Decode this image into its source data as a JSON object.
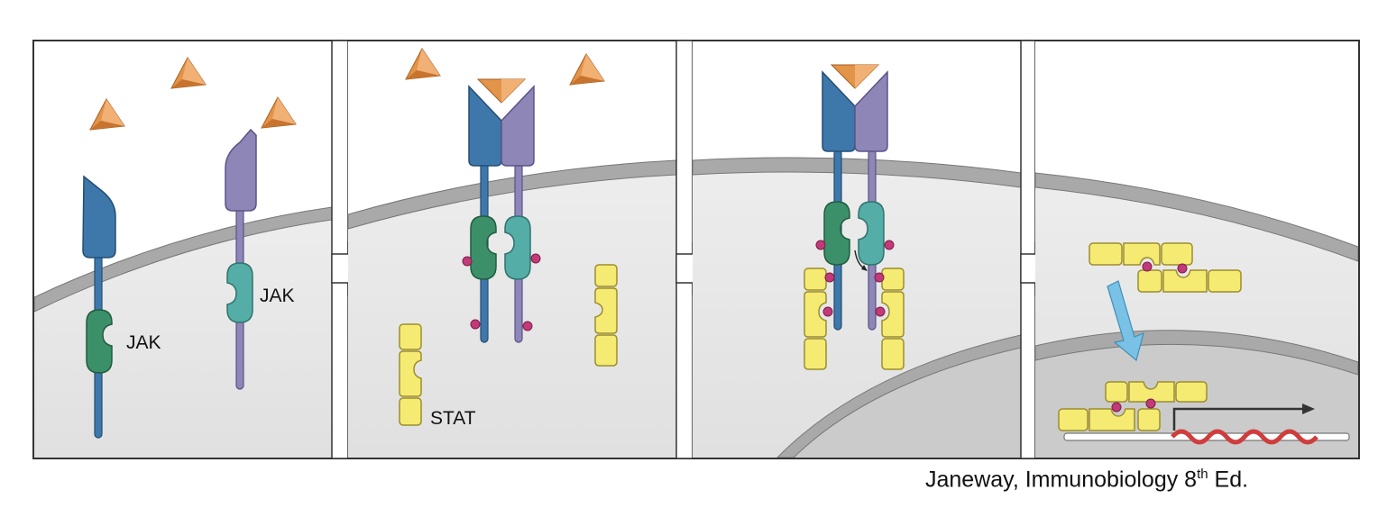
{
  "labels": {
    "jak_left": "JAK",
    "jak_right": "JAK",
    "stat": "STAT"
  },
  "citation": {
    "prefix": "Janeway, Immunobiology 8",
    "superscript": "th",
    "suffix": " Ed."
  },
  "colors": {
    "receptor_blue": "#3e78ab",
    "receptor_purple": "#8d86b6",
    "jak_green": "#3c9069",
    "jak_teal": "#54ada6",
    "stat_yellow": "#f6eb72",
    "phosphate_magenta": "#c23a78",
    "cytokine_orange": "#e29448",
    "membrane_gray": "#a9a9a9",
    "cytoplasm_gray": "#e3e3e3",
    "nucleus_gray": "#cbcbcb",
    "arrow_blue": "#79c1e5",
    "mrna_red": "#cf3d3d"
  }
}
